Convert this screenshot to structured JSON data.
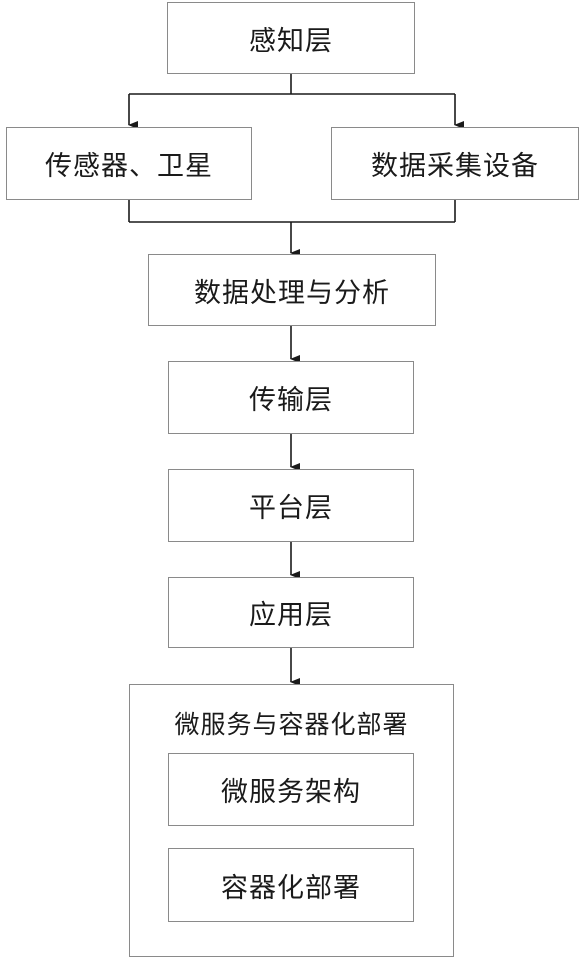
{
  "nodes": {
    "perception_layer": "感知层",
    "sensors_satellites": "传感器、卫星",
    "data_collection_devices": "数据采集设备",
    "data_processing_analysis": "数据处理与分析",
    "transmission_layer": "传输层",
    "platform_layer": "平台层",
    "application_layer": "应用层"
  },
  "group": {
    "title": "微服务与容器化部署",
    "microservice_architecture": "微服务架构",
    "container_deployment": "容器化部署"
  }
}
